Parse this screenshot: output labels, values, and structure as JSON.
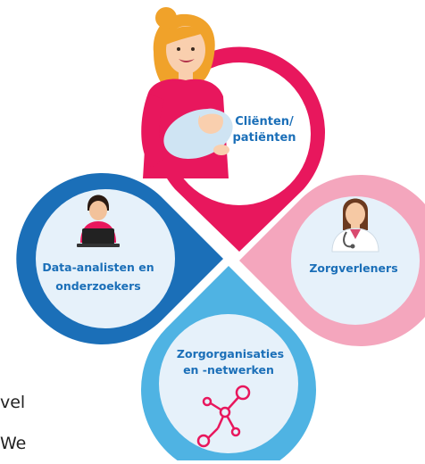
{
  "petals": {
    "top": {
      "label_lines": [
        "Cliënten/",
        "patiënten"
      ],
      "color": "#e8175d",
      "inner_color": "#ffffff",
      "text_color": "#1b6fb8",
      "icon": "mother-with-baby-illustration"
    },
    "right": {
      "label_lines": [
        "Zorgverleners"
      ],
      "color": "#f4a6bd",
      "inner_color": "#e6f1fa",
      "text_color": "#1b6fb8",
      "icon": "doctor-with-stethoscope-icon"
    },
    "bottom": {
      "label_lines": [
        "Zorgorganisaties",
        "en -netwerken"
      ],
      "color": "#4fb3e3",
      "inner_color": "#e6f1fa",
      "text_color": "#1b6fb8",
      "icon": "network-nodes-icon",
      "icon_color": "#e8175d"
    },
    "left": {
      "label_lines": [
        "Data-analisten en",
        "onderzoekers"
      ],
      "color": "#1b6fb8",
      "inner_color": "#e6f1fa",
      "text_color": "#1b6fb8",
      "icon": "person-at-laptop-icon"
    }
  },
  "background_text": {
    "line1": "vel",
    "line2": "We"
  }
}
